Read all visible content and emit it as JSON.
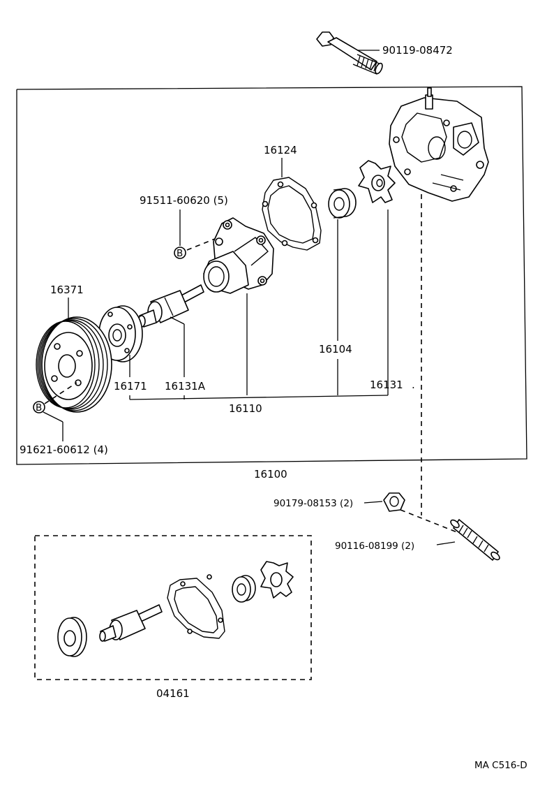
{
  "diagram": {
    "labels": {
      "bolt_top": "90119-08472",
      "gasket": "16124",
      "bolt_b": "91511-60620 (5)",
      "b_marker_1": "B",
      "pulley": "16371",
      "flange": "16171",
      "shaft_bearing": "16131A",
      "pump_body": "16110",
      "seal": "16104",
      "rotor": "16131",
      "bolt_pulley": "91621-60612 (4)",
      "b_marker_2": "B",
      "assembly": "16100",
      "nut": "90179-08153 (2)",
      "stud": "90116-08199 (2)",
      "gasket_kit": "04161",
      "figure_code": "MA C516-D"
    }
  }
}
